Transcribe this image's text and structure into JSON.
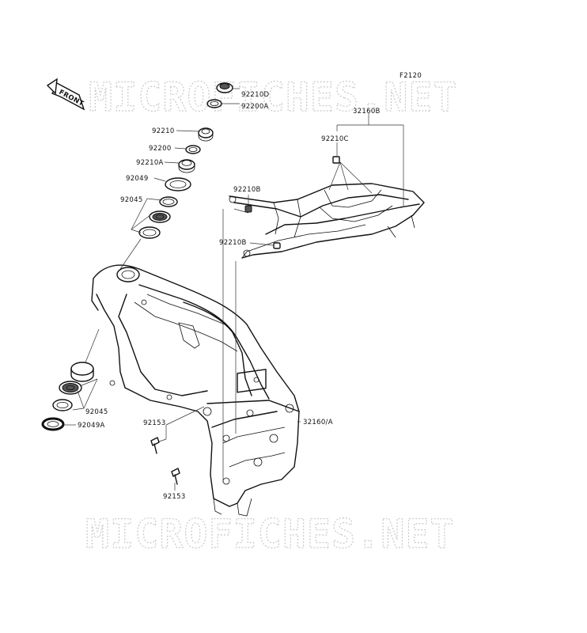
{
  "diagram": {
    "figure_code": "F2120",
    "front_label": "FRONT",
    "watermarks": [
      "MICROFICHES.NET",
      "MICROFICHES.NET"
    ],
    "callouts": [
      {
        "id": "c1",
        "text": "92210D"
      },
      {
        "id": "c2",
        "text": "92200A"
      },
      {
        "id": "c3",
        "text": "92210"
      },
      {
        "id": "c4",
        "text": "92200"
      },
      {
        "id": "c5",
        "text": "92210A"
      },
      {
        "id": "c6",
        "text": "92049"
      },
      {
        "id": "c7",
        "text": "92045"
      },
      {
        "id": "c8",
        "text": "32160B"
      },
      {
        "id": "c9",
        "text": "92210C"
      },
      {
        "id": "c10",
        "text": "92210B"
      },
      {
        "id": "c11",
        "text": "92210B"
      },
      {
        "id": "c12",
        "text": "92045"
      },
      {
        "id": "c13",
        "text": "92049A"
      },
      {
        "id": "c14",
        "text": "92153"
      },
      {
        "id": "c15",
        "text": "32160/A"
      },
      {
        "id": "c16",
        "text": "92153"
      }
    ]
  }
}
